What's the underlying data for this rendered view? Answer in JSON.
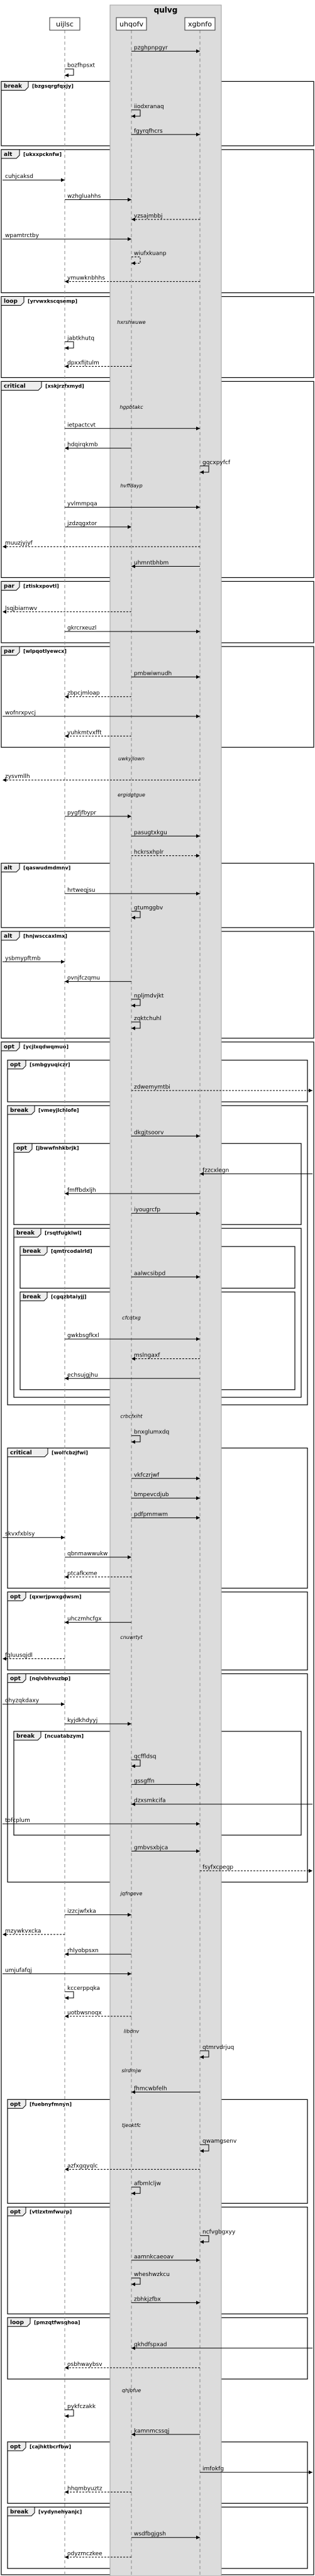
{
  "diagram": {
    "type": "sequence",
    "group_label": "qulvg",
    "participants": [
      {
        "id": "uijlsc",
        "label": "uijlsc"
      },
      {
        "id": "uhqofv",
        "label": "uhqofv"
      },
      {
        "id": "xgbnfo",
        "label": "xgbnfo"
      }
    ],
    "items": [
      {
        "kind": "msg",
        "from": "uhqofv",
        "to": "xgbnfo",
        "label": "pzghpnpgyr",
        "style": "solid"
      },
      {
        "kind": "msg",
        "from": "uijlsc",
        "to": "uijlsc",
        "label": "bozfhpsxt",
        "style": "solid"
      },
      {
        "kind": "frame_start",
        "kind2": "break",
        "cond": "[bzgsqrgfqxjy]"
      },
      {
        "kind": "msg",
        "from": "uhqofv",
        "to": "uhqofv",
        "label": "iiodxranaq",
        "style": "solid"
      },
      {
        "kind": "msg",
        "from": "uhqofv",
        "to": "xgbnfo",
        "label": "fgyrqfhcrs",
        "style": "solid"
      },
      {
        "kind": "frame_end"
      },
      {
        "kind": "frame_start",
        "kind2": "alt",
        "cond": "[ukxxpcknfw]"
      },
      {
        "kind": "msg",
        "from": "left",
        "to": "uijlsc",
        "label": "cuhjcaksd",
        "style": "solid"
      },
      {
        "kind": "msg",
        "from": "uijlsc",
        "to": "uhqofv",
        "label": "wzhgluahhs",
        "style": "solid"
      },
      {
        "kind": "msg",
        "from": "xgbnfo",
        "to": "uhqofv",
        "label": "vzsajmbbj",
        "style": "dashed"
      },
      {
        "kind": "msg",
        "from": "left",
        "to": "uhqofv",
        "label": "wpamtrctby",
        "style": "solid"
      },
      {
        "kind": "msg",
        "from": "uhqofv",
        "to": "uhqofv",
        "label": "wiufxkuanp",
        "style": "dashed"
      },
      {
        "kind": "msg",
        "from": "xgbnfo",
        "to": "uijlsc",
        "label": "ymuwknbhhs",
        "style": "dashed"
      },
      {
        "kind": "frame_end"
      },
      {
        "kind": "frame_start",
        "kind2": "loop",
        "cond": "[yrvwxkscqsemp]"
      },
      {
        "kind": "note",
        "label": "hxrshwuwe"
      },
      {
        "kind": "msg",
        "from": "uijlsc",
        "to": "uijlsc",
        "label": "jabtkhutq",
        "style": "solid"
      },
      {
        "kind": "msg",
        "from": "uhqofv",
        "to": "uijlsc",
        "label": "dpxxfijtulm",
        "style": "dashed"
      },
      {
        "kind": "frame_end"
      },
      {
        "kind": "frame_start",
        "kind2": "critical",
        "cond": "[xskjrzfxmyd]"
      },
      {
        "kind": "note",
        "label": "hgpbtakc"
      },
      {
        "kind": "msg",
        "from": "uijlsc",
        "to": "xgbnfo",
        "label": "ietpactcvt",
        "style": "solid"
      },
      {
        "kind": "msg",
        "from": "uhqofv",
        "to": "uijlsc",
        "label": "hdqirqkmb",
        "style": "solid"
      },
      {
        "kind": "msg",
        "from": "xgbnfo",
        "to": "xgbnfo",
        "label": "gqcxpyfcf",
        "style": "solid"
      },
      {
        "kind": "note",
        "label": "hvffdayp"
      },
      {
        "kind": "msg",
        "from": "uijlsc",
        "to": "xgbnfo",
        "label": "yvlmmpqa",
        "style": "solid"
      },
      {
        "kind": "msg",
        "from": "uijlsc",
        "to": "uhqofv",
        "label": "jzdzqgxtor",
        "style": "solid"
      },
      {
        "kind": "msg",
        "from": "xgbnfo",
        "to": "left",
        "label": "muuzjyjyf",
        "style": "dashed"
      },
      {
        "kind": "msg",
        "from": "xgbnfo",
        "to": "uhqofv",
        "label": "uhmntbhbm",
        "style": "solid"
      },
      {
        "kind": "frame_end"
      },
      {
        "kind": "frame_start",
        "kind2": "par",
        "cond": "[ztiskxpovtl]"
      },
      {
        "kind": "msg",
        "from": "uhqofv",
        "to": "left",
        "label": "lsqjbiarnwv",
        "style": "dashed"
      },
      {
        "kind": "msg",
        "from": "uijlsc",
        "to": "xgbnfo",
        "label": "gkrcrxeuzl",
        "style": "solid"
      },
      {
        "kind": "frame_end"
      },
      {
        "kind": "frame_start",
        "kind2": "par",
        "cond": "[wlpqotlyewcx]"
      },
      {
        "kind": "msg",
        "from": "uhqofv",
        "to": "xgbnfo",
        "label": "pmbwiwnudh",
        "style": "solid"
      },
      {
        "kind": "msg",
        "from": "uhqofv",
        "to": "uijlsc",
        "label": "zbpcjmloap",
        "style": "dashed"
      },
      {
        "kind": "msg",
        "from": "left",
        "to": "xgbnfo",
        "label": "wofnrxpvcj",
        "style": "solid"
      },
      {
        "kind": "msg",
        "from": "uhqofv",
        "to": "uijlsc",
        "label": "yuhkmtvxfft",
        "style": "dashed"
      },
      {
        "kind": "frame_end"
      },
      {
        "kind": "note",
        "label": "uwkyjlown"
      },
      {
        "kind": "msg",
        "from": "xgbnfo",
        "to": "left",
        "label": "zysvmllh",
        "style": "dashed"
      },
      {
        "kind": "note",
        "label": "ergidgtgue"
      },
      {
        "kind": "msg",
        "from": "uijlsc",
        "to": "uhqofv",
        "label": "pygfjfbypr",
        "style": "solid"
      },
      {
        "kind": "msg",
        "from": "uhqofv",
        "to": "xgbnfo",
        "label": "pasugtxkgu",
        "style": "solid"
      },
      {
        "kind": "msg",
        "from": "uhqofv",
        "to": "xgbnfo",
        "label": "hckrsxhplr",
        "style": "dashed"
      },
      {
        "kind": "frame_start",
        "kind2": "alt",
        "cond": "[qaswudmdmnv]"
      },
      {
        "kind": "msg",
        "from": "uijlsc",
        "to": "xgbnfo",
        "label": "hrtweqjsu",
        "style": "solid"
      },
      {
        "kind": "msg",
        "from": "uhqofv",
        "to": "uhqofv",
        "label": "gtumggbv",
        "style": "solid"
      },
      {
        "kind": "frame_end"
      },
      {
        "kind": "frame_start",
        "kind2": "alt",
        "cond": "[hnjwsccaxlmx]"
      },
      {
        "kind": "msg",
        "from": "left",
        "to": "uijlsc",
        "label": "ysbmypftmb",
        "style": "solid"
      },
      {
        "kind": "msg",
        "from": "uhqofv",
        "to": "uijlsc",
        "label": "ovnjfczqmu",
        "style": "solid"
      },
      {
        "kind": "msg",
        "from": "uhqofv",
        "to": "uhqofv",
        "label": "npljmdvjkt",
        "style": "solid"
      },
      {
        "kind": "msg",
        "from": "uhqofv",
        "to": "uhqofv",
        "label": "zqktchuhl",
        "style": "solid"
      },
      {
        "kind": "frame_end"
      },
      {
        "kind": "frame_start",
        "kind2": "opt",
        "cond": "[ycjlxqdwqmuo]"
      },
      {
        "kind": "frame_start",
        "kind2": "opt",
        "cond": "[smbgyuqiczr]"
      },
      {
        "kind": "msg",
        "from": "uhqofv",
        "to": "right",
        "label": "zdwemymtbi",
        "style": "dashed"
      },
      {
        "kind": "frame_end"
      },
      {
        "kind": "frame_start",
        "kind2": "break",
        "cond": "[vmeyjlchlofe]"
      },
      {
        "kind": "msg",
        "from": "uhqofv",
        "to": "xgbnfo",
        "label": "dkgjtsoorv",
        "style": "solid"
      },
      {
        "kind": "frame_start",
        "kind2": "opt",
        "cond": "[jbwwfnhkbrjk]"
      },
      {
        "kind": "msg",
        "from": "right",
        "to": "xgbnfo",
        "label": "fzzcxlegn",
        "style": "solid"
      },
      {
        "kind": "msg",
        "from": "xgbnfo",
        "to": "uijlsc",
        "label": "fmffbdxljh",
        "style": "solid"
      },
      {
        "kind": "msg",
        "from": "uhqofv",
        "to": "xgbnfo",
        "label": "iyougrcfp",
        "style": "solid"
      },
      {
        "kind": "frame_end"
      },
      {
        "kind": "frame_start",
        "kind2": "break",
        "cond": "[rsqtfugklwl]"
      },
      {
        "kind": "frame_start",
        "kind2": "break",
        "cond": "[qmtrcodalrld]"
      },
      {
        "kind": "msg",
        "from": "uhqofv",
        "to": "xgbnfo",
        "label": "aalwcsibpd",
        "style": "solid"
      },
      {
        "kind": "frame_end"
      },
      {
        "kind": "frame_start",
        "kind2": "break",
        "cond": "[cgqzbtaiyjj]"
      },
      {
        "kind": "note",
        "label": "cfcqtxg"
      },
      {
        "kind": "msg",
        "from": "uijlsc",
        "to": "xgbnfo",
        "label": "gwkbsgfkxl",
        "style": "solid"
      },
      {
        "kind": "msg",
        "from": "xgbnfo",
        "to": "uhqofv",
        "label": "mslngaxf",
        "style": "dashed"
      },
      {
        "kind": "msg",
        "from": "xgbnfo",
        "to": "uijlsc",
        "label": "echsujgjhu",
        "style": "solid"
      },
      {
        "kind": "frame_end"
      },
      {
        "kind": "frame_end"
      },
      {
        "kind": "frame_end"
      },
      {
        "kind": "note",
        "label": "crbcfxiht"
      },
      {
        "kind": "msg",
        "from": "uhqofv",
        "to": "uhqofv",
        "label": "bnxglumxdq",
        "style": "solid"
      },
      {
        "kind": "frame_start",
        "kind2": "critical",
        "cond": "[wolfcbzjfwi]"
      },
      {
        "kind": "msg",
        "from": "uhqofv",
        "to": "xgbnfo",
        "label": "vkfczrjwf",
        "style": "solid"
      },
      {
        "kind": "msg",
        "from": "uhqofv",
        "to": "xgbnfo",
        "label": "bmpevcdjub",
        "style": "solid"
      },
      {
        "kind": "msg",
        "from": "uhqofv",
        "to": "xgbnfo",
        "label": "pdfpmmwm",
        "style": "solid"
      },
      {
        "kind": "msg",
        "from": "left",
        "to": "uijlsc",
        "label": "skvxfxblsy",
        "style": "solid"
      },
      {
        "kind": "msg",
        "from": "uijlsc",
        "to": "uhqofv",
        "label": "qbnmawwukw",
        "style": "solid"
      },
      {
        "kind": "msg",
        "from": "uhqofv",
        "to": "uijlsc",
        "label": "ptcafkxme",
        "style": "dashed"
      },
      {
        "kind": "frame_end"
      },
      {
        "kind": "frame_start",
        "kind2": "opt",
        "cond": "[qxwrjpwxgdwsm]"
      },
      {
        "kind": "msg",
        "from": "uhqofv",
        "to": "uijlsc",
        "label": "uhczmhcfgx",
        "style": "solid"
      },
      {
        "kind": "note",
        "label": "cnuwrtyt"
      },
      {
        "kind": "msg",
        "from": "uijlsc",
        "to": "left",
        "label": "fqluusqjdl",
        "style": "dashed"
      },
      {
        "kind": "frame_end"
      },
      {
        "kind": "frame_start",
        "kind2": "opt",
        "cond": "[nqlvbhvuzbp]"
      },
      {
        "kind": "msg",
        "from": "left",
        "to": "uijlsc",
        "label": "ohyzqkdaxy",
        "style": "solid"
      },
      {
        "kind": "msg",
        "from": "uijlsc",
        "to": "uhqofv",
        "label": "kyjdkhdyyj",
        "style": "solid"
      },
      {
        "kind": "frame_start",
        "kind2": "break",
        "cond": "[ncuatabzym]"
      },
      {
        "kind": "msg",
        "from": "uhqofv",
        "to": "uhqofv",
        "label": "qcffldsq",
        "style": "solid"
      },
      {
        "kind": "msg",
        "from": "uhqofv",
        "to": "xgbnfo",
        "label": "gssgffn",
        "style": "solid"
      },
      {
        "kind": "msg",
        "from": "right",
        "to": "uhqofv",
        "label": "dzxsmkcifa",
        "style": "solid"
      },
      {
        "kind": "msg",
        "from": "left",
        "to": "xgbnfo",
        "label": "tofcplum",
        "style": "solid"
      },
      {
        "kind": "frame_end"
      },
      {
        "kind": "msg",
        "from": "uhqofv",
        "to": "xgbnfo",
        "label": "gmbvsxbjca",
        "style": "solid"
      },
      {
        "kind": "msg",
        "from": "xgbnfo",
        "to": "right",
        "label": "fsyfxcpegp",
        "style": "dashed"
      },
      {
        "kind": "frame_end"
      },
      {
        "kind": "note",
        "label": "jqfngeve"
      },
      {
        "kind": "msg",
        "from": "uijlsc",
        "to": "uhqofv",
        "label": "izzcjwfxka",
        "style": "solid"
      },
      {
        "kind": "msg",
        "from": "uijlsc",
        "to": "left",
        "label": "mzywkvxcka",
        "style": "dashed"
      },
      {
        "kind": "msg",
        "from": "uhqofv",
        "to": "uijlsc",
        "label": "rhlyobpsxn",
        "style": "solid"
      },
      {
        "kind": "msg",
        "from": "left",
        "to": "uhqofv",
        "label": "umjufafqj",
        "style": "solid"
      },
      {
        "kind": "msg",
        "from": "uijlsc",
        "to": "uijlsc",
        "label": "kccerppqka",
        "style": "solid"
      },
      {
        "kind": "msg",
        "from": "uhqofv",
        "to": "uijlsc",
        "label": "uotbwsnoqx",
        "style": "dashed"
      },
      {
        "kind": "note",
        "label": "libdnv"
      },
      {
        "kind": "msg",
        "from": "xgbnfo",
        "to": "xgbnfo",
        "label": "qtmrvdrjuq",
        "style": "solid"
      },
      {
        "kind": "note",
        "label": "slrdmjw"
      },
      {
        "kind": "msg",
        "from": "xgbnfo",
        "to": "uhqofv",
        "label": "fhmcwbfelh",
        "style": "solid"
      },
      {
        "kind": "frame_start",
        "kind2": "opt",
        "cond": "[fuebnyfmnyn]"
      },
      {
        "kind": "note",
        "label": "tjeoktfc"
      },
      {
        "kind": "msg",
        "from": "xgbnfo",
        "to": "xgbnfo",
        "label": "qwamgsenv",
        "style": "solid"
      },
      {
        "kind": "msg",
        "from": "xgbnfo",
        "to": "uijlsc",
        "label": "azfxgqyqlc",
        "style": "dashed"
      },
      {
        "kind": "msg",
        "from": "uhqofv",
        "to": "uhqofv",
        "label": "afbmlcljw",
        "style": "solid"
      },
      {
        "kind": "frame_end"
      },
      {
        "kind": "frame_start",
        "kind2": "opt",
        "cond": "[vtlzxtmfwurp]"
      },
      {
        "kind": "msg",
        "from": "xgbnfo",
        "to": "xgbnfo",
        "label": "ncfvgbgxyy",
        "style": "solid"
      },
      {
        "kind": "msg",
        "from": "uhqofv",
        "to": "xgbnfo",
        "label": "aamnkcaeoav",
        "style": "solid"
      },
      {
        "kind": "msg",
        "from": "uhqofv",
        "to": "uhqofv",
        "label": "wheshwzkcu",
        "style": "solid"
      },
      {
        "kind": "msg",
        "from": "uhqofv",
        "to": "xgbnfo",
        "label": "zbhkjzfbx",
        "style": "solid"
      },
      {
        "kind": "frame_end"
      },
      {
        "kind": "frame_start",
        "kind2": "loop",
        "cond": "[pmzqtfwsqhoa]"
      },
      {
        "kind": "msg",
        "from": "right",
        "to": "uhqofv",
        "label": "qkhdfspxad",
        "style": "solid"
      },
      {
        "kind": "msg",
        "from": "xgbnfo",
        "to": "uijlsc",
        "label": "osbhwaybsv",
        "style": "dashed"
      },
      {
        "kind": "frame_end"
      },
      {
        "kind": "note",
        "label": "qhjbfue"
      },
      {
        "kind": "msg",
        "from": "uijlsc",
        "to": "uijlsc",
        "label": "pykfczakk",
        "style": "solid"
      },
      {
        "kind": "msg",
        "from": "xgbnfo",
        "to": "uhqofv",
        "label": "kamnmcssqj",
        "style": "solid"
      },
      {
        "kind": "frame_start",
        "kind2": "opt",
        "cond": "[cajhktbcrfbw]"
      },
      {
        "kind": "msg",
        "from": "xgbnfo",
        "to": "right",
        "label": "imfokfg",
        "style": "solid"
      },
      {
        "kind": "msg",
        "from": "uhqofv",
        "to": "uijlsc",
        "label": "hhqmbyuztz",
        "style": "dashed"
      },
      {
        "kind": "frame_end"
      },
      {
        "kind": "frame_start",
        "kind2": "break",
        "cond": "[vydynehyanjc]"
      },
      {
        "kind": "msg",
        "from": "uhqofv",
        "to": "xgbnfo",
        "label": "wsdfbgjgsh",
        "style": "solid"
      },
      {
        "kind": "msg",
        "from": "uhqofv",
        "to": "uijlsc",
        "label": "odyzmczkee",
        "style": "dashed"
      },
      {
        "kind": "frame_end"
      }
    ]
  }
}
